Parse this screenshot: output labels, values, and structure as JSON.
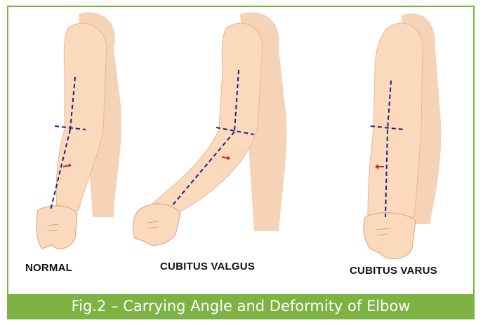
{
  "panels": [
    {
      "label": "NORMAL"
    },
    {
      "label": "CUBITUS VALGUS"
    },
    {
      "label": "CUBITUS VARUS"
    }
  ],
  "caption": "Fig.2 – Carrying Angle and Deformity of Elbow",
  "colors": {
    "frame": "#7cb342",
    "skin": "#fbd9bd",
    "skin_shadow": "#f3c9a8",
    "axis_line": "#1a237e",
    "angle_arrow": "#c62828",
    "caption_text": "#ffffff"
  }
}
